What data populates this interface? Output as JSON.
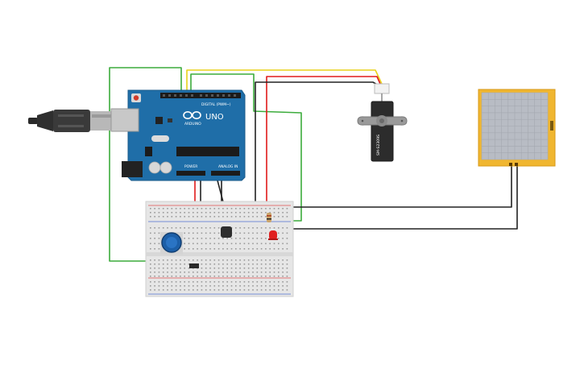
{
  "arduino": {
    "model": "UNO",
    "brand": "ARDUINO",
    "digital_label": "DIGITAL (PWM~)",
    "power_label": "POWER",
    "analog_label": "ANALOG IN"
  },
  "servo": {
    "model": "SM-S2309S"
  },
  "colors": {
    "board_blue": "#1f6ea8",
    "breadboard": "#e6e6e6",
    "wire_green": "#3cac3c",
    "wire_red": "#e01b1b",
    "wire_black": "#222222",
    "wire_yellow": "#e8d21a",
    "plotter_frame": "#f0b630",
    "plotter_screen": "#b8bcc4",
    "potentiometer": "#1c5fa8",
    "led": "#e02020"
  },
  "icons": [
    "usb-cable-icon",
    "servo-horn-icon",
    "potentiometer-knob-icon",
    "led-icon",
    "transistor-icon"
  ]
}
